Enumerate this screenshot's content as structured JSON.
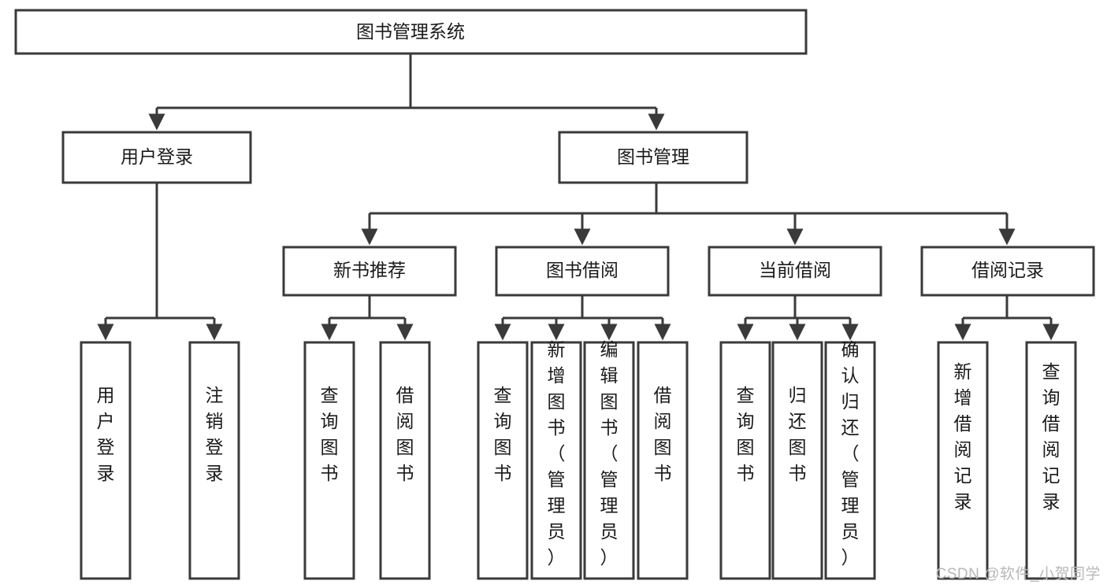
{
  "diagram": {
    "type": "tree",
    "title_node": {
      "id": "root",
      "label": "图书管理系统"
    },
    "level2": [
      {
        "id": "user-login",
        "label": "用户登录"
      },
      {
        "id": "book-manage",
        "label": "图书管理"
      }
    ],
    "level3": [
      {
        "id": "new-book-recommend",
        "label": "新书推荐",
        "parent": "book-manage"
      },
      {
        "id": "book-borrow",
        "label": "图书借阅",
        "parent": "book-manage"
      },
      {
        "id": "current-borrow",
        "label": "当前借阅",
        "parent": "book-manage"
      },
      {
        "id": "borrow-record",
        "label": "借阅记录",
        "parent": "book-manage"
      }
    ],
    "leaves": {
      "user-login": [
        {
          "id": "leaf-user-login",
          "label": "用户登录"
        },
        {
          "id": "leaf-logout",
          "label": "注销登录"
        }
      ],
      "new-book-recommend": [
        {
          "id": "leaf-query-book-1",
          "label": "查询图书"
        },
        {
          "id": "leaf-borrow-book-1",
          "label": "借阅图书"
        }
      ],
      "book-borrow": [
        {
          "id": "leaf-query-book-2",
          "label": "查询图书"
        },
        {
          "id": "leaf-add-book",
          "label": "新增图书（管理员）"
        },
        {
          "id": "leaf-edit-book",
          "label": "编辑图书（管理员）"
        },
        {
          "id": "leaf-borrow-book-2",
          "label": "借阅图书"
        }
      ],
      "current-borrow": [
        {
          "id": "leaf-query-book-3",
          "label": "查询图书"
        },
        {
          "id": "leaf-return-book",
          "label": "归还图书"
        },
        {
          "id": "leaf-confirm-return",
          "label": "确认归还（管理员）"
        }
      ],
      "borrow-record": [
        {
          "id": "leaf-add-record",
          "label": "新增借阅记录"
        },
        {
          "id": "leaf-query-record",
          "label": "查询借阅记录"
        }
      ]
    }
  },
  "watermark": {
    "text": "CSDN @软件_小贺同学"
  },
  "colors": {
    "box_stroke": "#3a3a3a",
    "box_fill": "#ffffff",
    "text": "#1a1a1a",
    "watermark": "#b8b8b8",
    "background": "#ffffff"
  }
}
